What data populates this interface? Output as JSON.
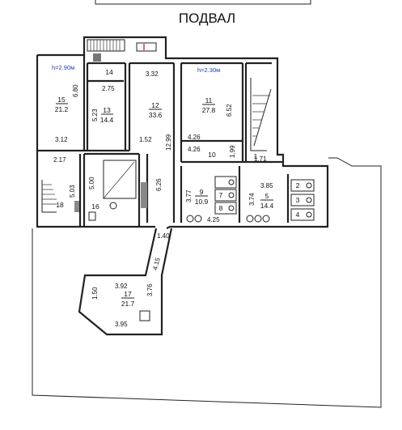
{
  "title": "ПОДВАЛ",
  "heights": [
    "h=2.90м",
    "h=2.30м"
  ],
  "rooms": [
    {
      "number": "15",
      "area": "21.2"
    },
    {
      "number": "13",
      "area": "14.4"
    },
    {
      "number": "14",
      "area": ""
    },
    {
      "number": "12",
      "area": "33.6"
    },
    {
      "number": "11",
      "area": "27.8"
    },
    {
      "number": "10",
      "area": ""
    },
    {
      "number": "18",
      "area": ""
    },
    {
      "number": "16",
      "area": ""
    },
    {
      "number": "9",
      "area": "10.9"
    },
    {
      "number": "7",
      "area": ""
    },
    {
      "number": "8",
      "area": ""
    },
    {
      "number": "5",
      "area": "14.4"
    },
    {
      "number": "2",
      "area": ""
    },
    {
      "number": "3",
      "area": ""
    },
    {
      "number": "4",
      "area": ""
    },
    {
      "number": "17",
      "area": "21.7"
    },
    {
      "number": "1",
      "area": ""
    }
  ],
  "dimensions": [
    "6.80",
    "3.12",
    "2.75",
    "5.23",
    "3.32",
    "1.52",
    "12.99",
    "6.52",
    "4.26",
    "4.26",
    "1.99",
    "1.71",
    "2.17",
    "5.03",
    "5.00",
    "6.26",
    "3.77",
    "4.25",
    "3.85",
    "3.74",
    "1.40",
    "4.15",
    "1.50",
    "3.92",
    "3.76",
    "3.95"
  ]
}
